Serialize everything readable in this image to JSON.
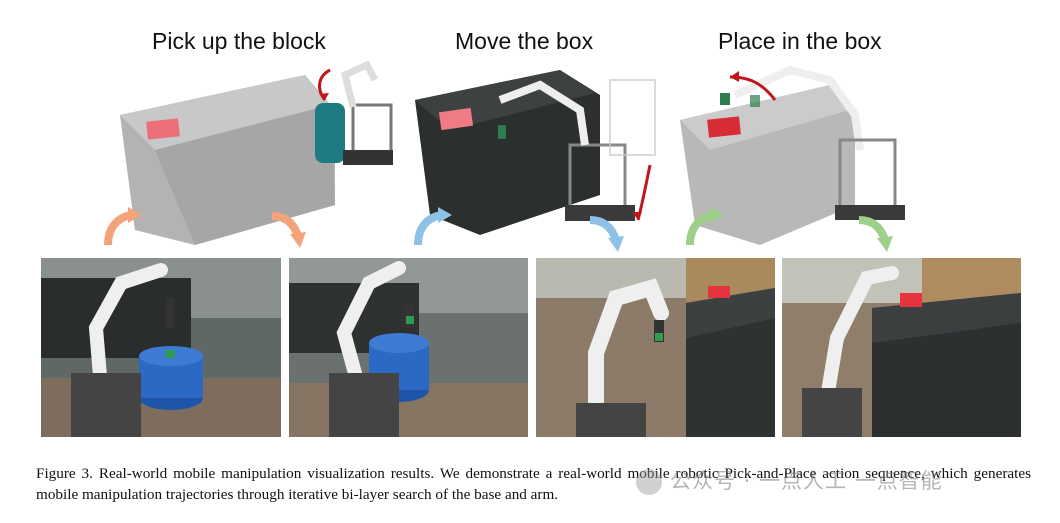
{
  "stages": [
    {
      "title": "Pick up the block"
    },
    {
      "title": "Move the box"
    },
    {
      "title": "Place in the box"
    }
  ],
  "caption": {
    "label": "Figure 3.",
    "text": "Real-world mobile manipulation visualization results.  We demonstrate a real-world mobile robotic Pick-and-Place action sequence, which generates mobile manipulation trajectories through iterative bi-layer search of the base and arm."
  },
  "watermark": {
    "text": "公众号 · 一点人工 一点智能"
  },
  "colors": {
    "orange_arrow": "#f2a37a",
    "blue_arrow": "#8ec1e6",
    "green_arrow": "#9ed08a",
    "red_arrow": "#c0171b",
    "block_red": "#e5343d"
  }
}
